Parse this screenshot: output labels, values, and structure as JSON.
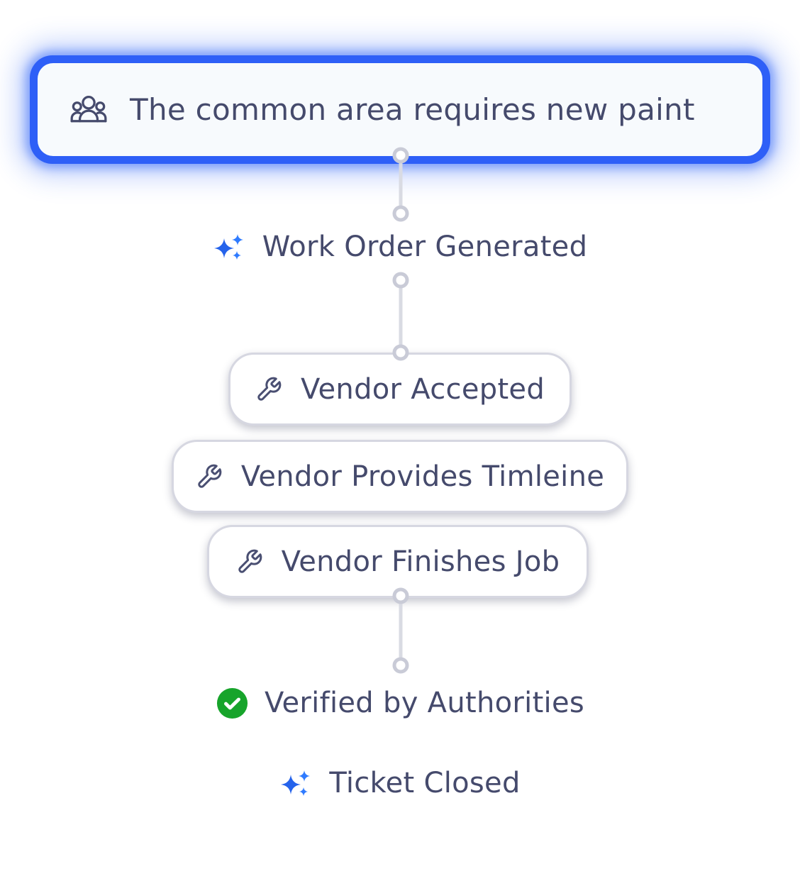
{
  "flow": {
    "ticket": {
      "label": "The common area requires new paint",
      "icon": "users-group-icon"
    },
    "steps": [
      {
        "type": "milestone",
        "label": "Work Order Generated",
        "icon": "sparkles-icon"
      },
      {
        "type": "card",
        "label": "Vendor Accepted",
        "icon": "wrench-icon"
      },
      {
        "type": "card",
        "label": "Vendor Provides Timleine",
        "icon": "wrench-icon"
      },
      {
        "type": "card",
        "label": "Vendor Finishes Job",
        "icon": "wrench-icon"
      },
      {
        "type": "milestone",
        "label": "Verified by Authorities",
        "icon": "check-circle-icon"
      },
      {
        "type": "milestone",
        "label": "Ticket Closed",
        "icon": "sparkles-icon"
      }
    ],
    "colors": {
      "accent_blue": "#2E5FF7",
      "sparkle_blue_dark": "#2563EB",
      "sparkle_blue_light": "#2F7BFF",
      "success_green": "#17A42B",
      "text_slate": "#454A6C",
      "card_border": "#D6D7E1",
      "connector": "#D9DBE3",
      "ticket_fill": "#F7FAFD"
    }
  }
}
